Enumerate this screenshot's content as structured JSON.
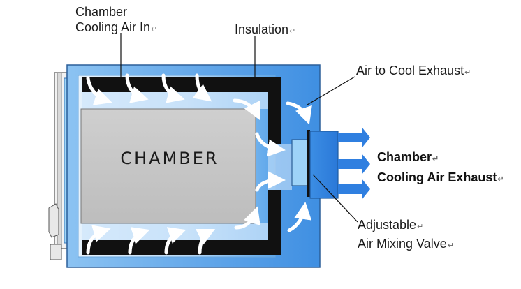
{
  "labels": {
    "chamber_cooling_air_in": [
      "Chamber",
      "Cooling Air In"
    ],
    "insulation": "Insulation",
    "air_to_cool_exhaust": "Air to Cool Exhaust",
    "chamber_cooling_air_exhaust": [
      "Chamber",
      "Cooling Air Exhaust"
    ],
    "adjustable_air_mixing_valve": [
      "Adjustable",
      "Air Mixing Valve"
    ],
    "chamber": "CHAMBER",
    "return_mark": "↵"
  },
  "colors": {
    "housing_outer": "#4f9be6",
    "housing_inner_light": "#d2e8fb",
    "insulation": "#111111",
    "chamber_fill": "#c8c8c8",
    "door": "#8fd0f7",
    "exhaust_arrow": "#2f7fe0",
    "flow_arrow": "#ffffff"
  }
}
